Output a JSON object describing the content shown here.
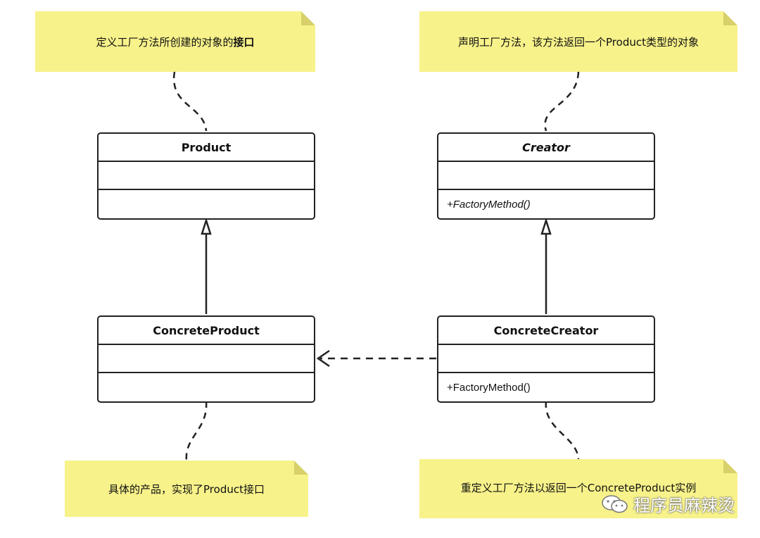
{
  "notes": {
    "product": {
      "text": "定义工厂方法所创建的对象的",
      "bold": "接口"
    },
    "creator": {
      "text": "声明工厂方法，该方法返回一个Product类型的对象"
    },
    "concrete_product": {
      "text": "具体的产品，实现了Product接口"
    },
    "concrete_creator": {
      "text": "重定义工厂方法以返回一个ConcreteProduct实例"
    }
  },
  "classes": {
    "product": {
      "name": "Product",
      "attributes": "",
      "methods": ""
    },
    "creator": {
      "name": "Creator",
      "attributes": "",
      "methods": "+FactoryMethod()"
    },
    "concrete_product": {
      "name": "ConcreteProduct",
      "attributes": "",
      "methods": ""
    },
    "concrete_creator": {
      "name": "ConcreteCreator",
      "attributes": "",
      "methods": "+FactoryMethod()"
    }
  },
  "watermark": {
    "text": "程序员麻辣烫"
  },
  "colors": {
    "note": "#f7f28a",
    "note_fold": "#d8d06a",
    "line": "#222222"
  }
}
